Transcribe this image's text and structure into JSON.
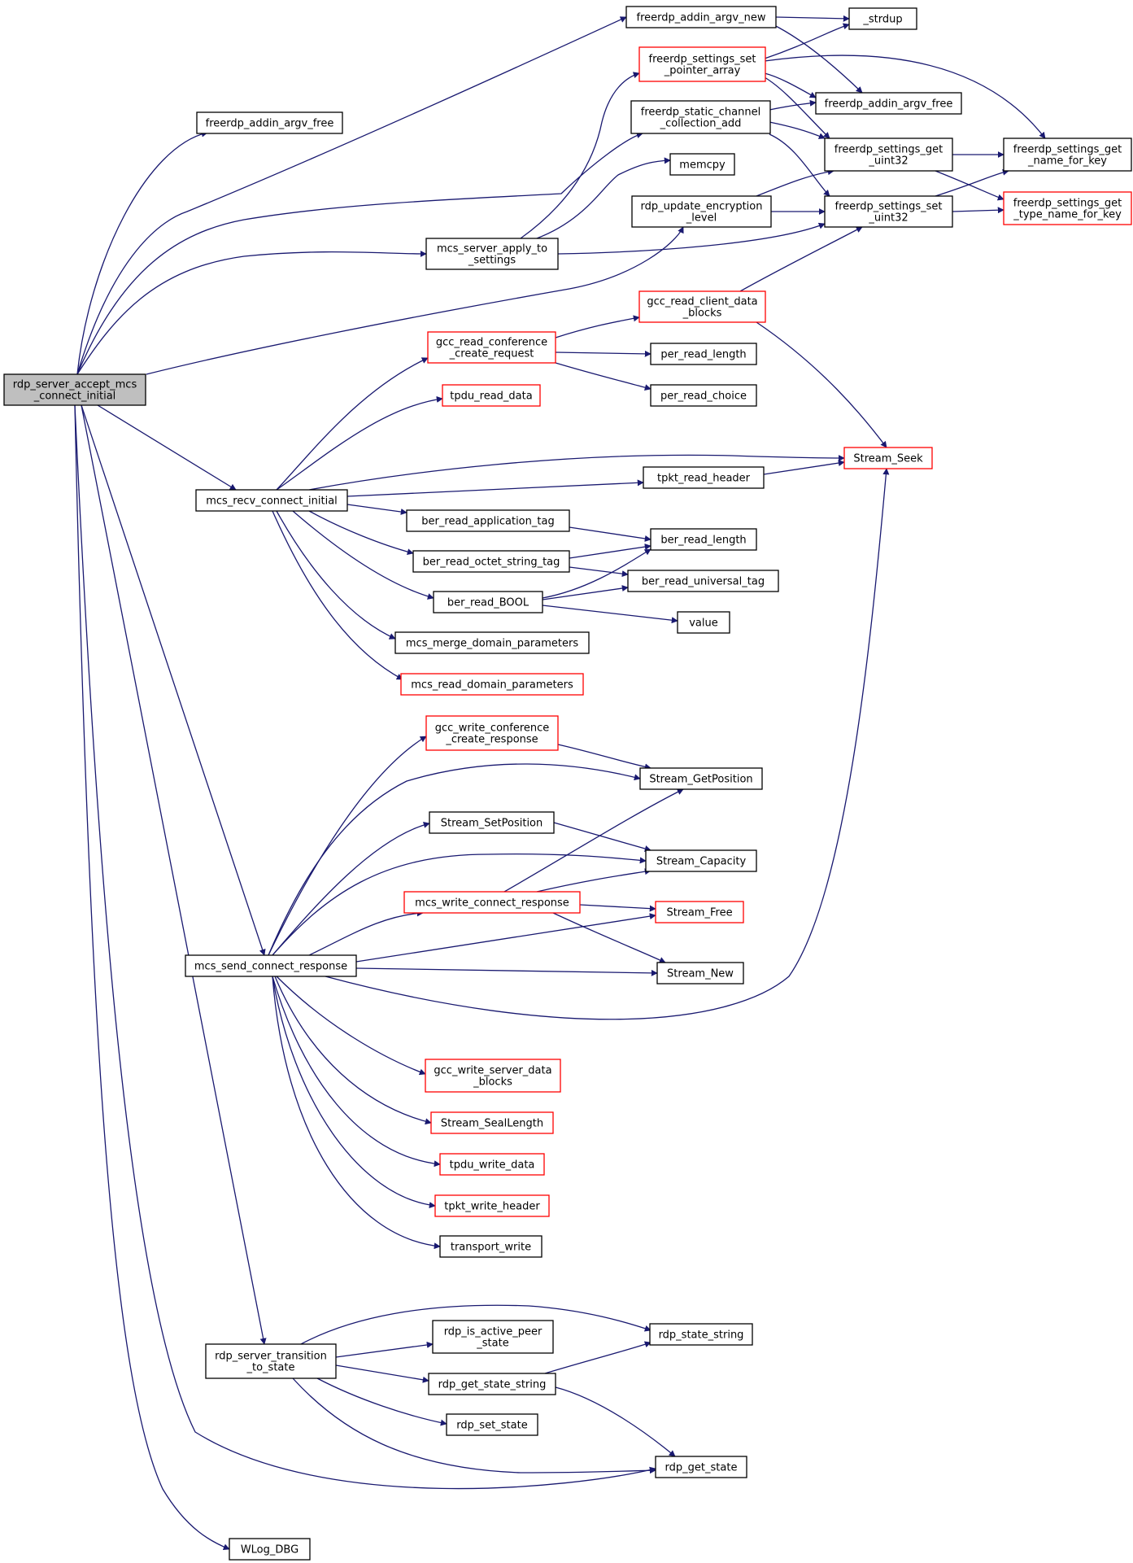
{
  "colors": {
    "edge": "#191970",
    "node_border": "#000000",
    "node_border_external": "#ff0000",
    "root_fill": "#bfbfbf",
    "node_fill": "#ffffff"
  },
  "nodes": {
    "root": {
      "lines": [
        "rdp_server_accept_mcs",
        "_connect_initial"
      ],
      "kind": "root"
    },
    "argv_free_l": {
      "lines": [
        "freerdp_addin_argv_free"
      ],
      "kind": "normal"
    },
    "argv_new": {
      "lines": [
        "freerdp_addin_argv_new"
      ],
      "kind": "normal"
    },
    "strdup": {
      "lines": [
        "_strdup"
      ],
      "kind": "normal"
    },
    "set_ptr": {
      "lines": [
        "freerdp_settings_set",
        "_pointer_array"
      ],
      "kind": "external"
    },
    "argv_free_r": {
      "lines": [
        "freerdp_addin_argv_free"
      ],
      "kind": "normal"
    },
    "static_ch": {
      "lines": [
        "freerdp_static_channel",
        "_collection_add"
      ],
      "kind": "normal"
    },
    "get_u32": {
      "lines": [
        "freerdp_settings_get",
        "_uint32"
      ],
      "kind": "normal"
    },
    "get_name": {
      "lines": [
        "freerdp_settings_get",
        "_name_for_key"
      ],
      "kind": "normal"
    },
    "memcpy": {
      "lines": [
        "memcpy"
      ],
      "kind": "normal"
    },
    "upd_enc": {
      "lines": [
        "rdp_update_encryption",
        "_level"
      ],
      "kind": "normal"
    },
    "set_u32": {
      "lines": [
        "freerdp_settings_set",
        "_uint32"
      ],
      "kind": "normal"
    },
    "get_type": {
      "lines": [
        "freerdp_settings_get",
        "_type_name_for_key"
      ],
      "kind": "external"
    },
    "apply": {
      "lines": [
        "mcs_server_apply_to",
        "_settings"
      ],
      "kind": "normal"
    },
    "gcc_rcdb": {
      "lines": [
        "gcc_read_client_data",
        "_blocks"
      ],
      "kind": "external"
    },
    "gcc_rccr": {
      "lines": [
        "gcc_read_conference",
        "_create_request"
      ],
      "kind": "external"
    },
    "per_len": {
      "lines": [
        "per_read_length"
      ],
      "kind": "normal"
    },
    "per_choice": {
      "lines": [
        "per_read_choice"
      ],
      "kind": "normal"
    },
    "tpdu_read": {
      "lines": [
        "tpdu_read_data"
      ],
      "kind": "external"
    },
    "seek": {
      "lines": [
        "Stream_Seek"
      ],
      "kind": "external"
    },
    "tpkt_read": {
      "lines": [
        "tpkt_read_header"
      ],
      "kind": "normal"
    },
    "recv_ci": {
      "lines": [
        "mcs_recv_connect_initial"
      ],
      "kind": "normal"
    },
    "ber_app": {
      "lines": [
        "ber_read_application_tag"
      ],
      "kind": "normal"
    },
    "ber_len": {
      "lines": [
        "ber_read_length"
      ],
      "kind": "normal"
    },
    "ber_oct": {
      "lines": [
        "ber_read_octet_string_tag"
      ],
      "kind": "normal"
    },
    "ber_univ": {
      "lines": [
        "ber_read_universal_tag"
      ],
      "kind": "normal"
    },
    "ber_bool": {
      "lines": [
        "ber_read_BOOL"
      ],
      "kind": "normal"
    },
    "value": {
      "lines": [
        "value"
      ],
      "kind": "normal"
    },
    "merge_dp": {
      "lines": [
        "mcs_merge_domain_parameters"
      ],
      "kind": "normal"
    },
    "read_dp": {
      "lines": [
        "mcs_read_domain_parameters"
      ],
      "kind": "external"
    },
    "gcc_wccr": {
      "lines": [
        "gcc_write_conference",
        "_create_response"
      ],
      "kind": "external"
    },
    "getpos": {
      "lines": [
        "Stream_GetPosition"
      ],
      "kind": "normal"
    },
    "setpos": {
      "lines": [
        "Stream_SetPosition"
      ],
      "kind": "normal"
    },
    "capacity": {
      "lines": [
        "Stream_Capacity"
      ],
      "kind": "normal"
    },
    "write_cr": {
      "lines": [
        "mcs_write_connect_response"
      ],
      "kind": "external"
    },
    "sfree": {
      "lines": [
        "Stream_Free"
      ],
      "kind": "external"
    },
    "send_cr": {
      "lines": [
        "mcs_send_connect_response"
      ],
      "kind": "normal"
    },
    "snew": {
      "lines": [
        "Stream_New"
      ],
      "kind": "normal"
    },
    "gcc_wsdb": {
      "lines": [
        "gcc_write_server_data",
        "_blocks"
      ],
      "kind": "external"
    },
    "seal": {
      "lines": [
        "Stream_SealLength"
      ],
      "kind": "external"
    },
    "tpdu_write": {
      "lines": [
        "tpdu_write_data"
      ],
      "kind": "external"
    },
    "tpkt_write": {
      "lines": [
        "tpkt_write_header"
      ],
      "kind": "external"
    },
    "twrite": {
      "lines": [
        "transport_write"
      ],
      "kind": "normal"
    },
    "state_str": {
      "lines": [
        "rdp_state_string"
      ],
      "kind": "normal"
    },
    "transition": {
      "lines": [
        "rdp_server_transition",
        "_to_state"
      ],
      "kind": "normal"
    },
    "active_peer": {
      "lines": [
        "rdp_is_active_peer",
        "_state"
      ],
      "kind": "normal"
    },
    "get_state_str": {
      "lines": [
        "rdp_get_state_string"
      ],
      "kind": "normal"
    },
    "set_state": {
      "lines": [
        "rdp_set_state"
      ],
      "kind": "normal"
    },
    "get_state": {
      "lines": [
        "rdp_get_state"
      ],
      "kind": "normal"
    },
    "wlog": {
      "lines": [
        "WLog_DBG"
      ],
      "kind": "normal"
    }
  }
}
